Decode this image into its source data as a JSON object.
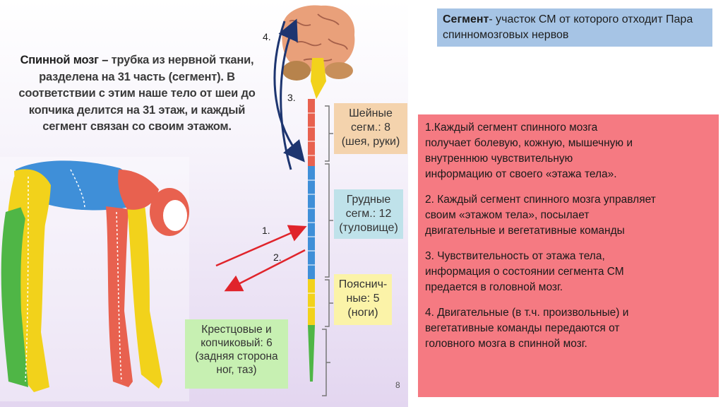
{
  "intro": {
    "term": "Спинной мозг –",
    "text": " трубка из нервной ткани, разделена на 31 часть (сегмент). В соответствии с этим наше тело от шеи до копчика делится на 31 этаж, и каждый сегмент связан со своим этажом."
  },
  "segments": {
    "cervical": "Шейные сегм.: 8 (шея, руки)",
    "thoracic": "Грудные сегм.: 12 (туловище)",
    "lumbar": "Пояснич-ные: 5 (ноги)",
    "sacral": "Крестцовые и копчиковый: 6 (задняя сторона ног, таз)"
  },
  "arrow_numbers": [
    "1.",
    "2.",
    "3.",
    "4."
  ],
  "page_number": "8",
  "definition": {
    "term": "Сегмент",
    "text": "- участок СМ от которого отходит Пара спинномозговых нервов"
  },
  "points": [
    "1.Каждый сегмент спинного мозга\nполучает болевую, кожную, мышечную и\n внутреннюю чувствительную\nинформацию от своего «этажа тела».",
    "2. Каждый сегмент спинного мозга управляет\nсвоим «этажом тела», посылает\nдвигательные и вегетативные команды",
    "3. Чувствительность от этажа тела,\nинформация о состоянии сегмента СМ\n предается в головной мозг.",
    "4. Двигательные (в т.ч. произвольные) и\n вегетативные команды передаются  от\nголовного мозга в спинной мозг."
  ],
  "colors": {
    "cervical": "#e8614f",
    "thoracic": "#3f8fd8",
    "lumbar": "#f2d21b",
    "sacral": "#4fb646",
    "arrow_red": "#e0242b",
    "arrow_blue": "#1d3570"
  }
}
